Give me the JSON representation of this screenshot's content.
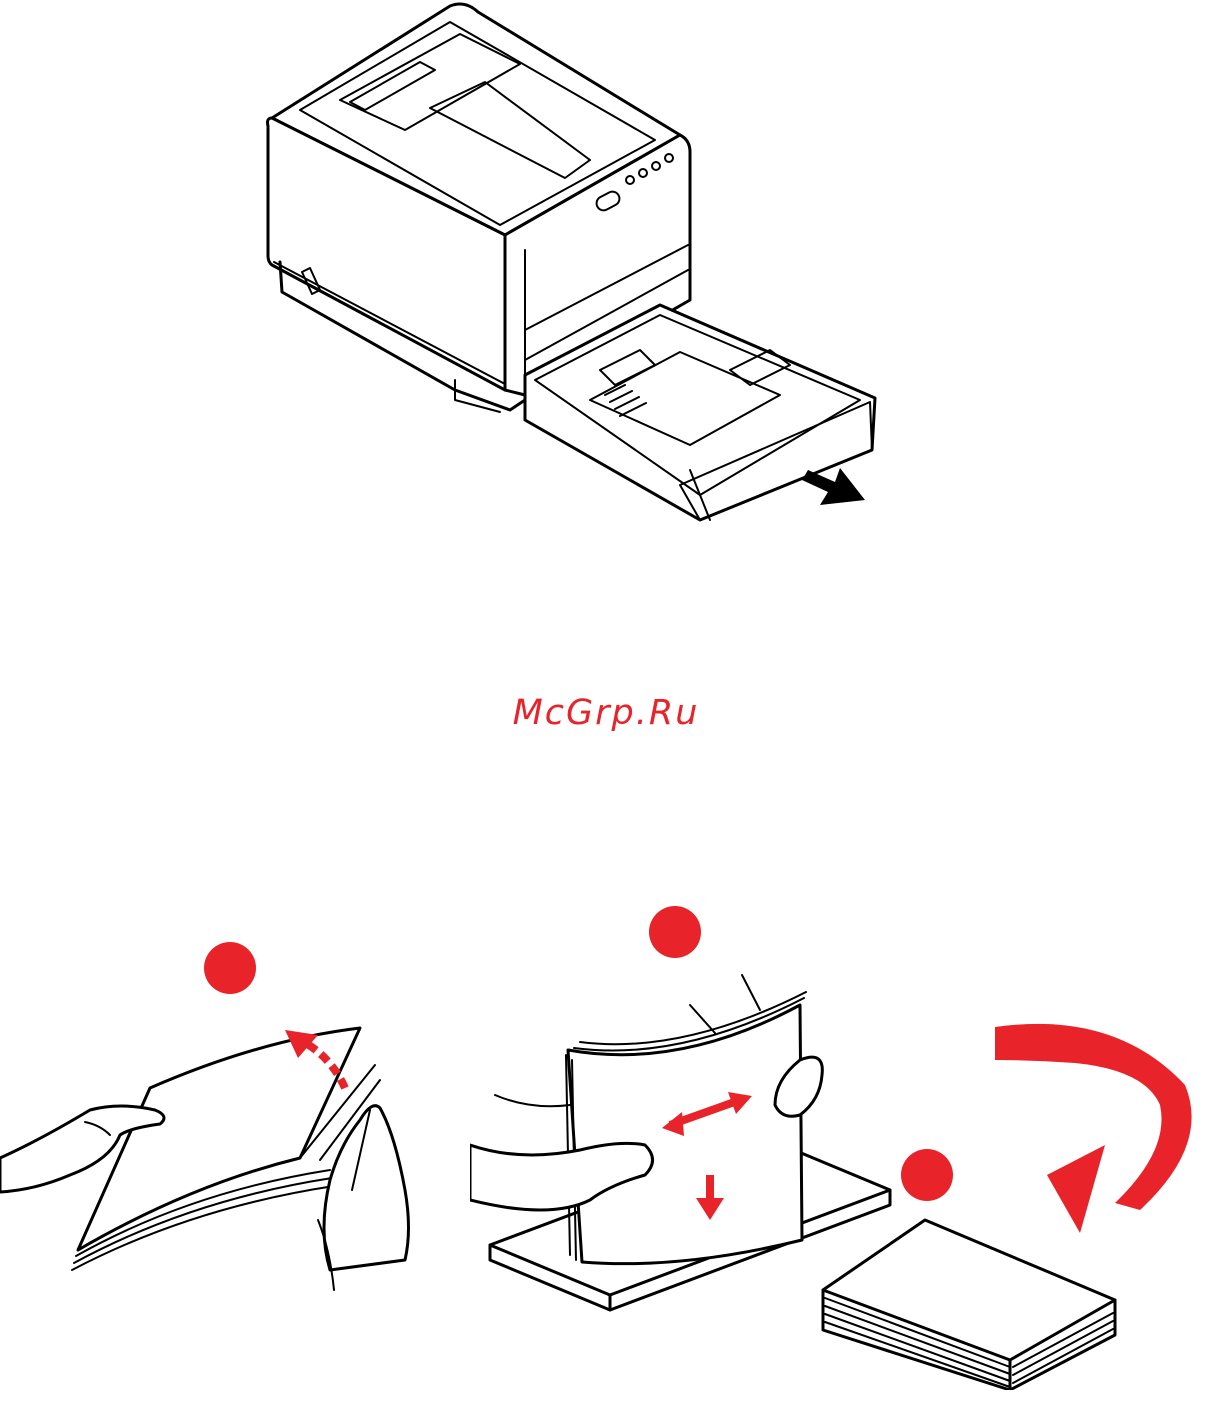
{
  "watermark": {
    "text": "McGrp.Ru"
  },
  "colors": {
    "accent": "#e8232a",
    "ink": "#000000",
    "paper": "#ffffff"
  },
  "illustrations": {
    "printer": {
      "icon": "printer-tray-open-illustration",
      "arrow": "pull-out-arrow"
    },
    "steps": [
      {
        "icon": "fan-paper-illustration",
        "marker": "red-dot-marker"
      },
      {
        "icon": "align-paper-edges-illustration",
        "marker": "red-dot-marker"
      },
      {
        "icon": "turn-paper-stack-illustration",
        "marker": "red-dot-marker"
      }
    ]
  }
}
